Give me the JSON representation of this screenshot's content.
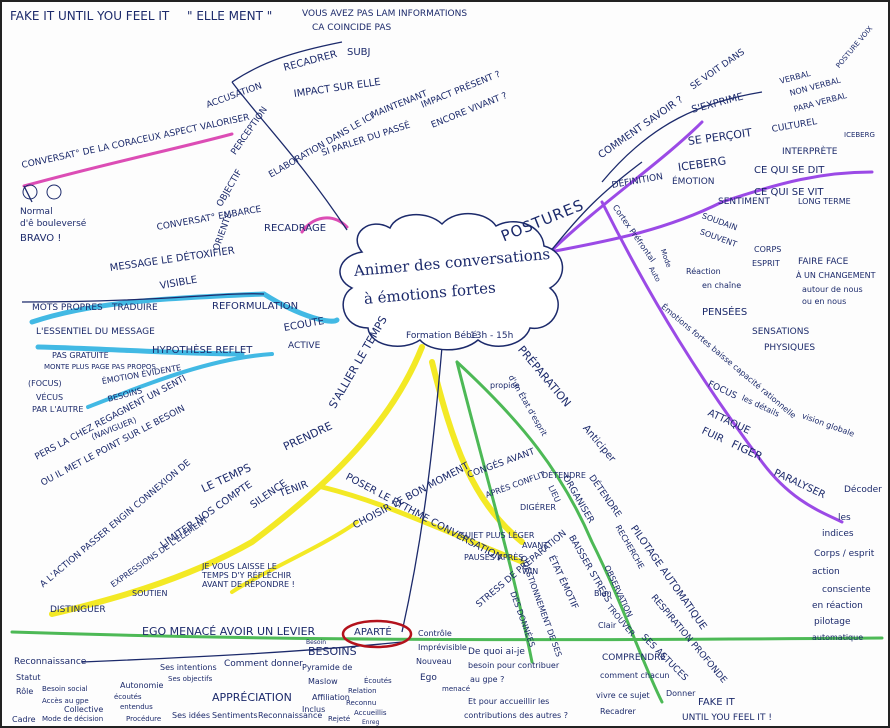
{
  "colors": {
    "purple": "#8a2be2",
    "pink": "#d62ea8",
    "cyan": "#22aee0",
    "yellow": "#f2e600",
    "green": "#2fae3a",
    "navy": "#1c2a6b",
    "red": "#b3121c"
  },
  "header": {
    "left": "FAKE IT UNTIL YOU FEEL IT",
    "quote": "\" ELLE MENT \"",
    "arrow_text": "VOUS AVEZ PAS LAM INFORMATIONS",
    "arrow_text2": "CA COINCIDE PAS"
  },
  "center": {
    "title_line1": "Animer des conversations",
    "title_line2": "à émotions fortes",
    "formation": "Formation Bébé",
    "time": "13h - 15h"
  },
  "top_left": {
    "c1": "CONVERSAT° DE LA CORACEUX ASPECT VALORISER",
    "c2": "ACCUSATION",
    "c3": "RECADRER",
    "c4": "SUBJ",
    "c5": "IMPACT SUR ELLE",
    "c6": "PERCEPTION",
    "c7": "OBJECTIF",
    "c8": "ELABORATION DANS LE ICI",
    "c9": "MAINTENANT",
    "c10": "SI PARLER DU PASSÉ",
    "c11": "IMPACT PRÉSENT ?",
    "c12": "ENCORE VIVANT ?",
    "c13": "CONVERSAT° EMBARCE",
    "c14": "RECADRAGE",
    "c15": "ORIENTE",
    "c16": "MESSAGE LE DÉTOXIFIER",
    "c17": "Normal",
    "c18": "d'ê bouleversé",
    "c19": "BRAVO !"
  },
  "left": {
    "l1": "VISIBLE",
    "l2": "REFORMULATION",
    "l3": "MOTS PROPRES",
    "l4": "TRADUIRE",
    "l5": "L'ESSENTIEL DU MESSAGE",
    "l6": "ECOUTE",
    "l7": "ACTIVE",
    "l8": "PAS GRATUITE",
    "l9": "HYPOTHÈSE REFLET",
    "l10": "MONTE PLUS PAGE PAS PROPOS",
    "l11": "ÉMOTION ÉVIDENTE",
    "l12": "(FOCUS)",
    "l13": "VÉCUS",
    "l14": "PAR L'AUTRE",
    "l15": "BESOINS",
    "l16": "(NAVIGUER)",
    "l17": "PERS LA CHEZ REGAGNENT UN SENTI",
    "l18": "OU IL MET LE POINT SUR LE BESOIN"
  },
  "yellow": {
    "y1": "S'ALLIER LE TEMPS",
    "y2": "PRENDRE",
    "y3": "LE TEMPS",
    "y4": "TENIR",
    "y5": "A L'ACTION PASSER ENGIN CONNEXION DE",
    "y6": "LIMITER NOS COMPTE",
    "y7": "SILENCE",
    "y8": "EXPRESSIONS DE L'ÉLÉMENT",
    "y9": "SOUTIEN",
    "y10": "DISTINGUER",
    "y11": "JE VOUS LAISSE LE TEMPS D'Y RÉFLÉCHIR AVANT DE RÉPONDRE !",
    "y12": "CHOISIR LE BON MOMENT",
    "y13": "CONGÉS AVANT",
    "y14": "APRÈS CONFLIT",
    "y15": "DIGÉRER",
    "y16": "SUJET PLUS LÉGER",
    "y17": "AVANT",
    "y18": "PAUSES APRÈS",
    "y19": "POSER LE RYTHME CONVERSATION",
    "y20": "WIN"
  },
  "green": {
    "g1": "PRÉPARATION",
    "g2": "Anticiper",
    "g3": "d'un État d'esprit",
    "g4": "propice",
    "g5": "DÉTENDRE",
    "g6": "ORGANISER",
    "g7": "BAISSER STRESS",
    "g8": "LIEU",
    "g9": "ÉTAT ÉMOTIF",
    "g10": "QUESTIONNEMENT DE SES",
    "g11": "RECHERCHE",
    "g12": "OBSERVATION",
    "g13": "DES DONNÉES",
    "g14": "PILOTAGE AUTOMATIQUE",
    "g15": "RESPIRATION PROFONDE",
    "g16": "SES ASTUCES",
    "g17": "TROUVER",
    "g18": "Bien",
    "g19": "Clair",
    "g20": "COMPRENDRE",
    "g21": "comment chacun",
    "g22": "vivre ce sujet",
    "g23": "Recadrer",
    "g24": "Donner",
    "g25": "FAKE IT",
    "g26": "UNTIL YOU FEEL IT !",
    "g27": "STRESS DE PREPARATION",
    "g28": "DÉTENDRE",
    "g29": "Contrôle",
    "g30": "Imprévisible",
    "g31": "Nouveau",
    "g32": "Ego",
    "g33": "menacé",
    "g34": "De quoi ai-je",
    "g35": "besoin pour contribuer",
    "g36": "au gpe ?",
    "g37": "Et pour accueillir les",
    "g38": "contributions des autres ?"
  },
  "bottom": {
    "b1": "EGO MENACÉ AVOIR UN LEVIER",
    "b2": "APARTÉ",
    "b3": "BESOINS",
    "b4": "Pyramide de",
    "b5": "Maslow",
    "b6": "Reconnaissance",
    "b7": "Statut",
    "b8": "Rôle",
    "b9": "Besoin social",
    "b10": "Accès au gpe",
    "b11": "Ses intentions",
    "b12": "Ses objectifs",
    "b13": "Autonomie",
    "b14": "Comment donner",
    "b15": "APPRÉCIATION",
    "b16": "Inclus",
    "b17": "Rejeté",
    "b18": "Relation",
    "b19": "Affiliation",
    "b20": "Reconnu",
    "b21": "Besoin",
    "b22": "Collective",
    "b23": "Cadre",
    "b24": "Mode de décision",
    "b25": "Procédure",
    "b26": "Ses idées",
    "b27": "Sentiments",
    "b28": "Reconnaissance",
    "b29": "écoutés",
    "b30": "entendus",
    "b31": "Écoutés",
    "b32": "Accueillis",
    "b33": "Enreg"
  },
  "right": {
    "r1": "POSTURES",
    "r2": "COMMENT SAVOIR ?",
    "r3": "SE VOIT DANS",
    "r4": "S'EXPRIME",
    "r5": "VERBAL",
    "r6": "NON VERBAL",
    "r7": "PARA VERBAL",
    "r8": "POSTURE VOIX",
    "r9": "SE PERÇOIT",
    "r10": "CULTUREL",
    "r11": "INTERPRÈTE",
    "r12": "ICEBERG",
    "r13": "CE QUI SE DIT",
    "r14": "CE QUI SE VIT",
    "r15": "ICEBERG",
    "r16": "DÉFINITION",
    "r17": "ÉMOTION",
    "r18": "SENTIMENT",
    "r19": "LONG TERME",
    "r20": "SOUDAIN",
    "r21": "SOUVENT",
    "r22": "CORPS",
    "r23": "ESPRIT",
    "r24": "FAIRE FACE",
    "r25": "À UN CHANGEMENT",
    "r26": "autour de nous",
    "r27": "ou en nous",
    "r28": "Cortex Préfrontal",
    "r29": "Mode",
    "r30": "Auto",
    "r31": "Réaction",
    "r32": "en chaîne",
    "r33": "PENSÉES",
    "r34": "SENSATIONS",
    "r35": "PHYSIQUES",
    "r36": "Émotions fortes baisse capacité rationnelle",
    "r37": "FOCUS",
    "r38": "les détails",
    "r39": "vision globale",
    "r40": "FUIR",
    "r41": "ATTAQUE",
    "r42": "FIGER",
    "r43": "PARALYSER",
    "r44": "Décoder",
    "r45": "les",
    "r46": "indices",
    "r47": "Corps / esprit",
    "r48": "action",
    "r49": "consciente",
    "r50": "en réaction",
    "r51": "pilotage",
    "r52": "automatique"
  }
}
